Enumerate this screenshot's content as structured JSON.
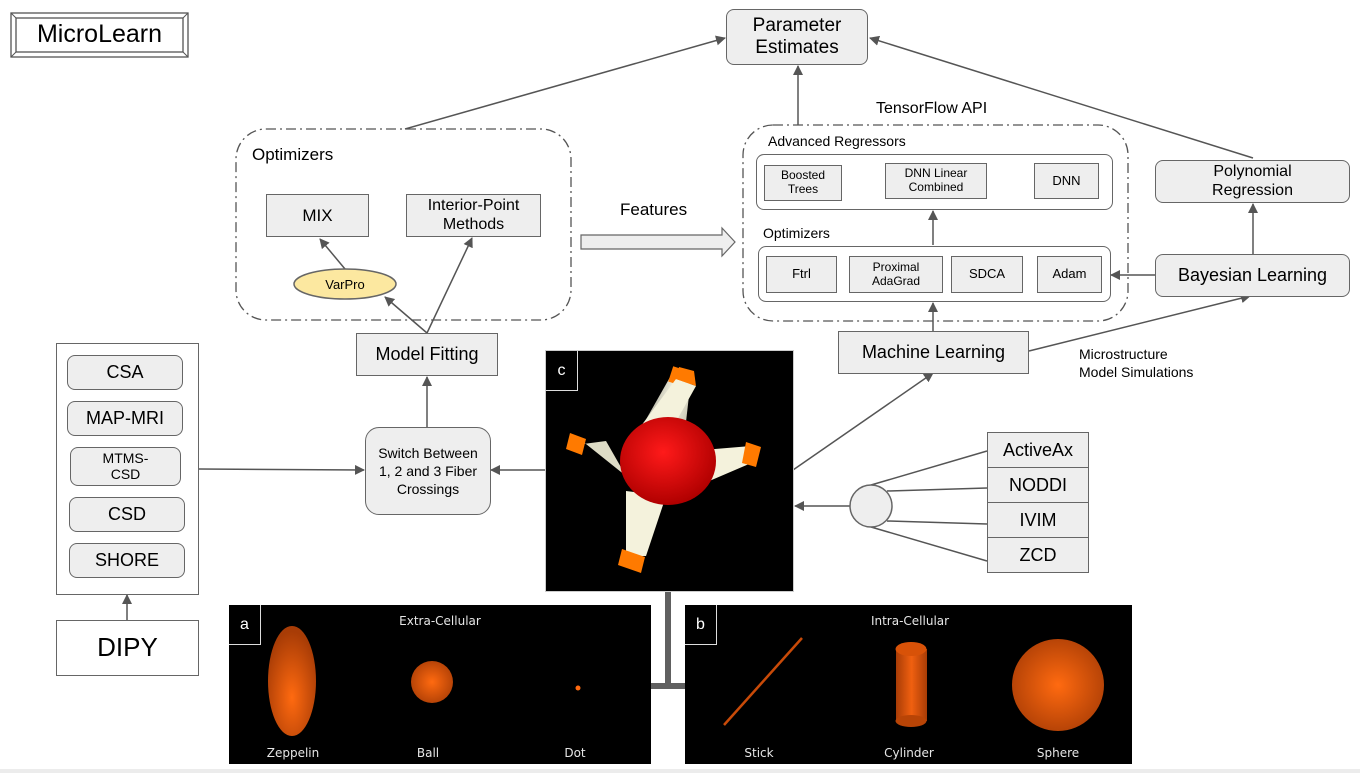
{
  "title": "MicroLearn",
  "top": {
    "parameter_estimates": "Parameter Estimates",
    "tensorflow_label": "TensorFlow API",
    "features_label": "Features"
  },
  "left_optimizers": {
    "title": "Optimizers",
    "mix": "MIX",
    "interior_point": "Interior-Point Methods",
    "varpro": "VarPro",
    "model_fitting": "Model Fitting"
  },
  "tensorflow": {
    "advanced_regressors_title": "Advanced Regressors",
    "regressors": [
      "Boosted Trees",
      "DNN Linear Combined",
      "DNN"
    ],
    "optimizers_title": "Optimizers",
    "optimizers": [
      "Ftrl",
      "Proximal AdaGrad",
      "SDCA",
      "Adam"
    ]
  },
  "right": {
    "polynomial_regression": "Polynomial Regression",
    "bayesian_learning": "Bayesian Learning",
    "machine_learning": "Machine Learning",
    "simulations_label": "Microstructure Model Simulations",
    "models": [
      "ActiveAx",
      "NODDI",
      "IVIM",
      "ZCD"
    ]
  },
  "dipy": {
    "label": "DIPY",
    "methods": [
      "CSA",
      "MAP-MRI",
      "MTMS-CSD",
      "CSD",
      "SHORE"
    ]
  },
  "switch_label": "Switch Between 1, 2 and 3 Fiber Crossings",
  "panels": {
    "c": {
      "tag": "c"
    },
    "a": {
      "tag": "a",
      "title": "Extra-Cellular",
      "items": [
        "Zeppelin",
        "Ball",
        "Dot"
      ]
    },
    "b": {
      "tag": "b",
      "title": "Intra-Cellular",
      "items": [
        "Stick",
        "Cylinder",
        "Sphere"
      ]
    }
  },
  "colors": {
    "box_fill": "#eeeeee",
    "box_stroke": "#666666",
    "varpro_fill": "#fce8a0",
    "orange": "#ff6a10",
    "red": "#e00000",
    "cream": "#f4f2dc"
  }
}
